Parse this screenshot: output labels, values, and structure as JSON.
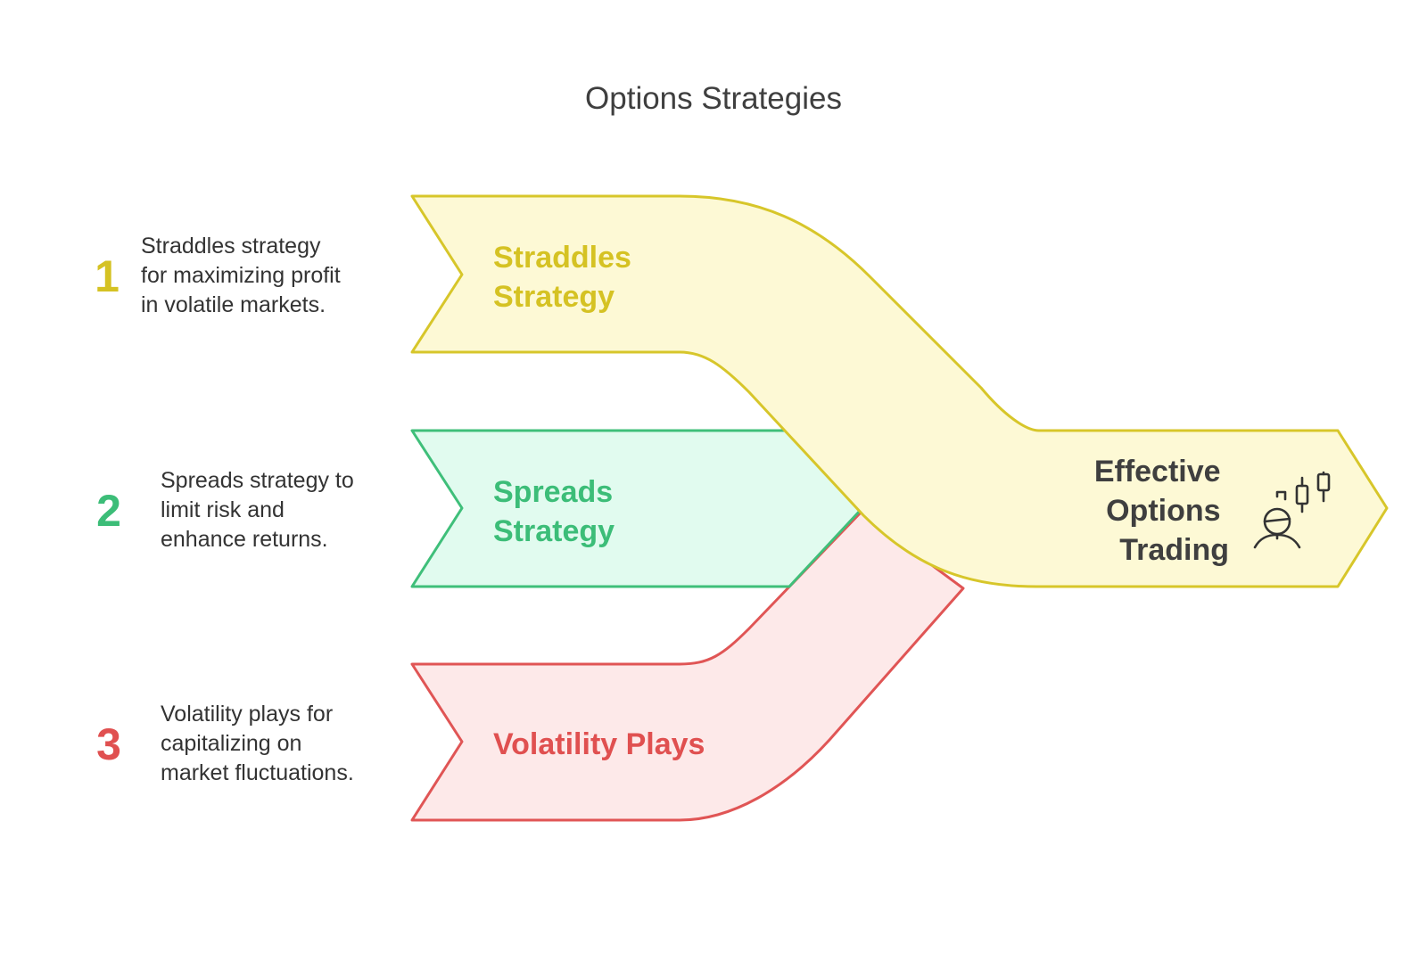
{
  "title": "Options Strategies",
  "colors": {
    "straddles_stroke": "#d7c62a",
    "straddles_fill": "#fdf9d5",
    "straddles_text": "#d5c223",
    "spreads_stroke": "#3fbf7a",
    "spreads_fill": "#e1fbef",
    "spreads_text": "#3cbd78",
    "volatility_stroke": "#e05555",
    "volatility_fill": "#fde9e9",
    "volatility_text": "#e05050",
    "target_text": "#3f3f3f"
  },
  "items": [
    {
      "number": "1",
      "description": [
        "Straddles strategy",
        "for maximizing profit",
        "in volatile markets."
      ],
      "label": [
        "Straddles",
        "Strategy"
      ]
    },
    {
      "number": "2",
      "description": [
        "Spreads strategy to",
        "limit risk and",
        "enhance returns."
      ],
      "label": [
        "Spreads",
        "Strategy"
      ]
    },
    {
      "number": "3",
      "description": [
        "Volatility plays for",
        "capitalizing on",
        "market fluctuations."
      ],
      "label": [
        "Volatility Plays"
      ]
    }
  ],
  "target": {
    "label": [
      "Effective",
      "Options",
      "Trading"
    ],
    "icon": "trader-candlestick-icon"
  }
}
